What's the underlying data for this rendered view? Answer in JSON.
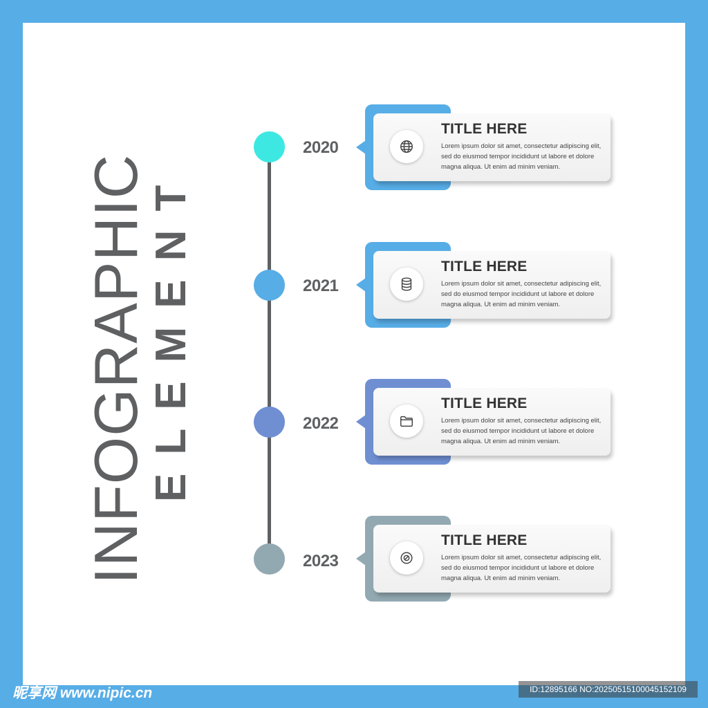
{
  "title_main": "INFOGRAPHIC",
  "title_sub": "ELEMENT",
  "colors": {
    "frame": "#57ade6",
    "line": "#5f6062",
    "dot_2020": "#3ee8e2",
    "dot_2021": "#57ade6",
    "dot_2022": "#6f8fd2",
    "dot_2023": "#93a9b2",
    "card_2020": "#57ade6",
    "card_2021": "#57ade6",
    "card_2022": "#6f8fd2",
    "card_2023": "#93a9b2"
  },
  "steps": [
    {
      "year": "2020",
      "title": "TITLE HERE",
      "text": "Lorem ipsum dolor sit amet, consectetur adipiscing elit, sed do eiusmod tempor incididunt ut labore et dolore magna aliqua. Ut enim ad minim veniam.",
      "icon": "globe-icon"
    },
    {
      "year": "2021",
      "title": "TITLE HERE",
      "text": "Lorem ipsum dolor sit amet, consectetur adipiscing elit, sed do eiusmod tempor incididunt ut labore et dolore magna aliqua. Ut enim ad minim veniam.",
      "icon": "database-icon"
    },
    {
      "year": "2022",
      "title": "TITLE HERE",
      "text": "Lorem ipsum dolor sit amet, consectetur adipiscing elit, sed do eiusmod tempor incididunt ut labore et dolore magna aliqua. Ut enim ad minim veniam.",
      "icon": "folder-icon"
    },
    {
      "year": "2023",
      "title": "TITLE HERE",
      "text": "Lorem ipsum dolor sit amet, consectetur adipiscing elit, sed do eiusmod tempor incididunt ut labore et dolore magna aliqua. Ut enim ad minim veniam.",
      "icon": "disc-icon"
    }
  ],
  "watermark": {
    "site": "昵享网 www.nipic.cn",
    "id_text": "ID:12895166 NO:20250515100045152109"
  }
}
